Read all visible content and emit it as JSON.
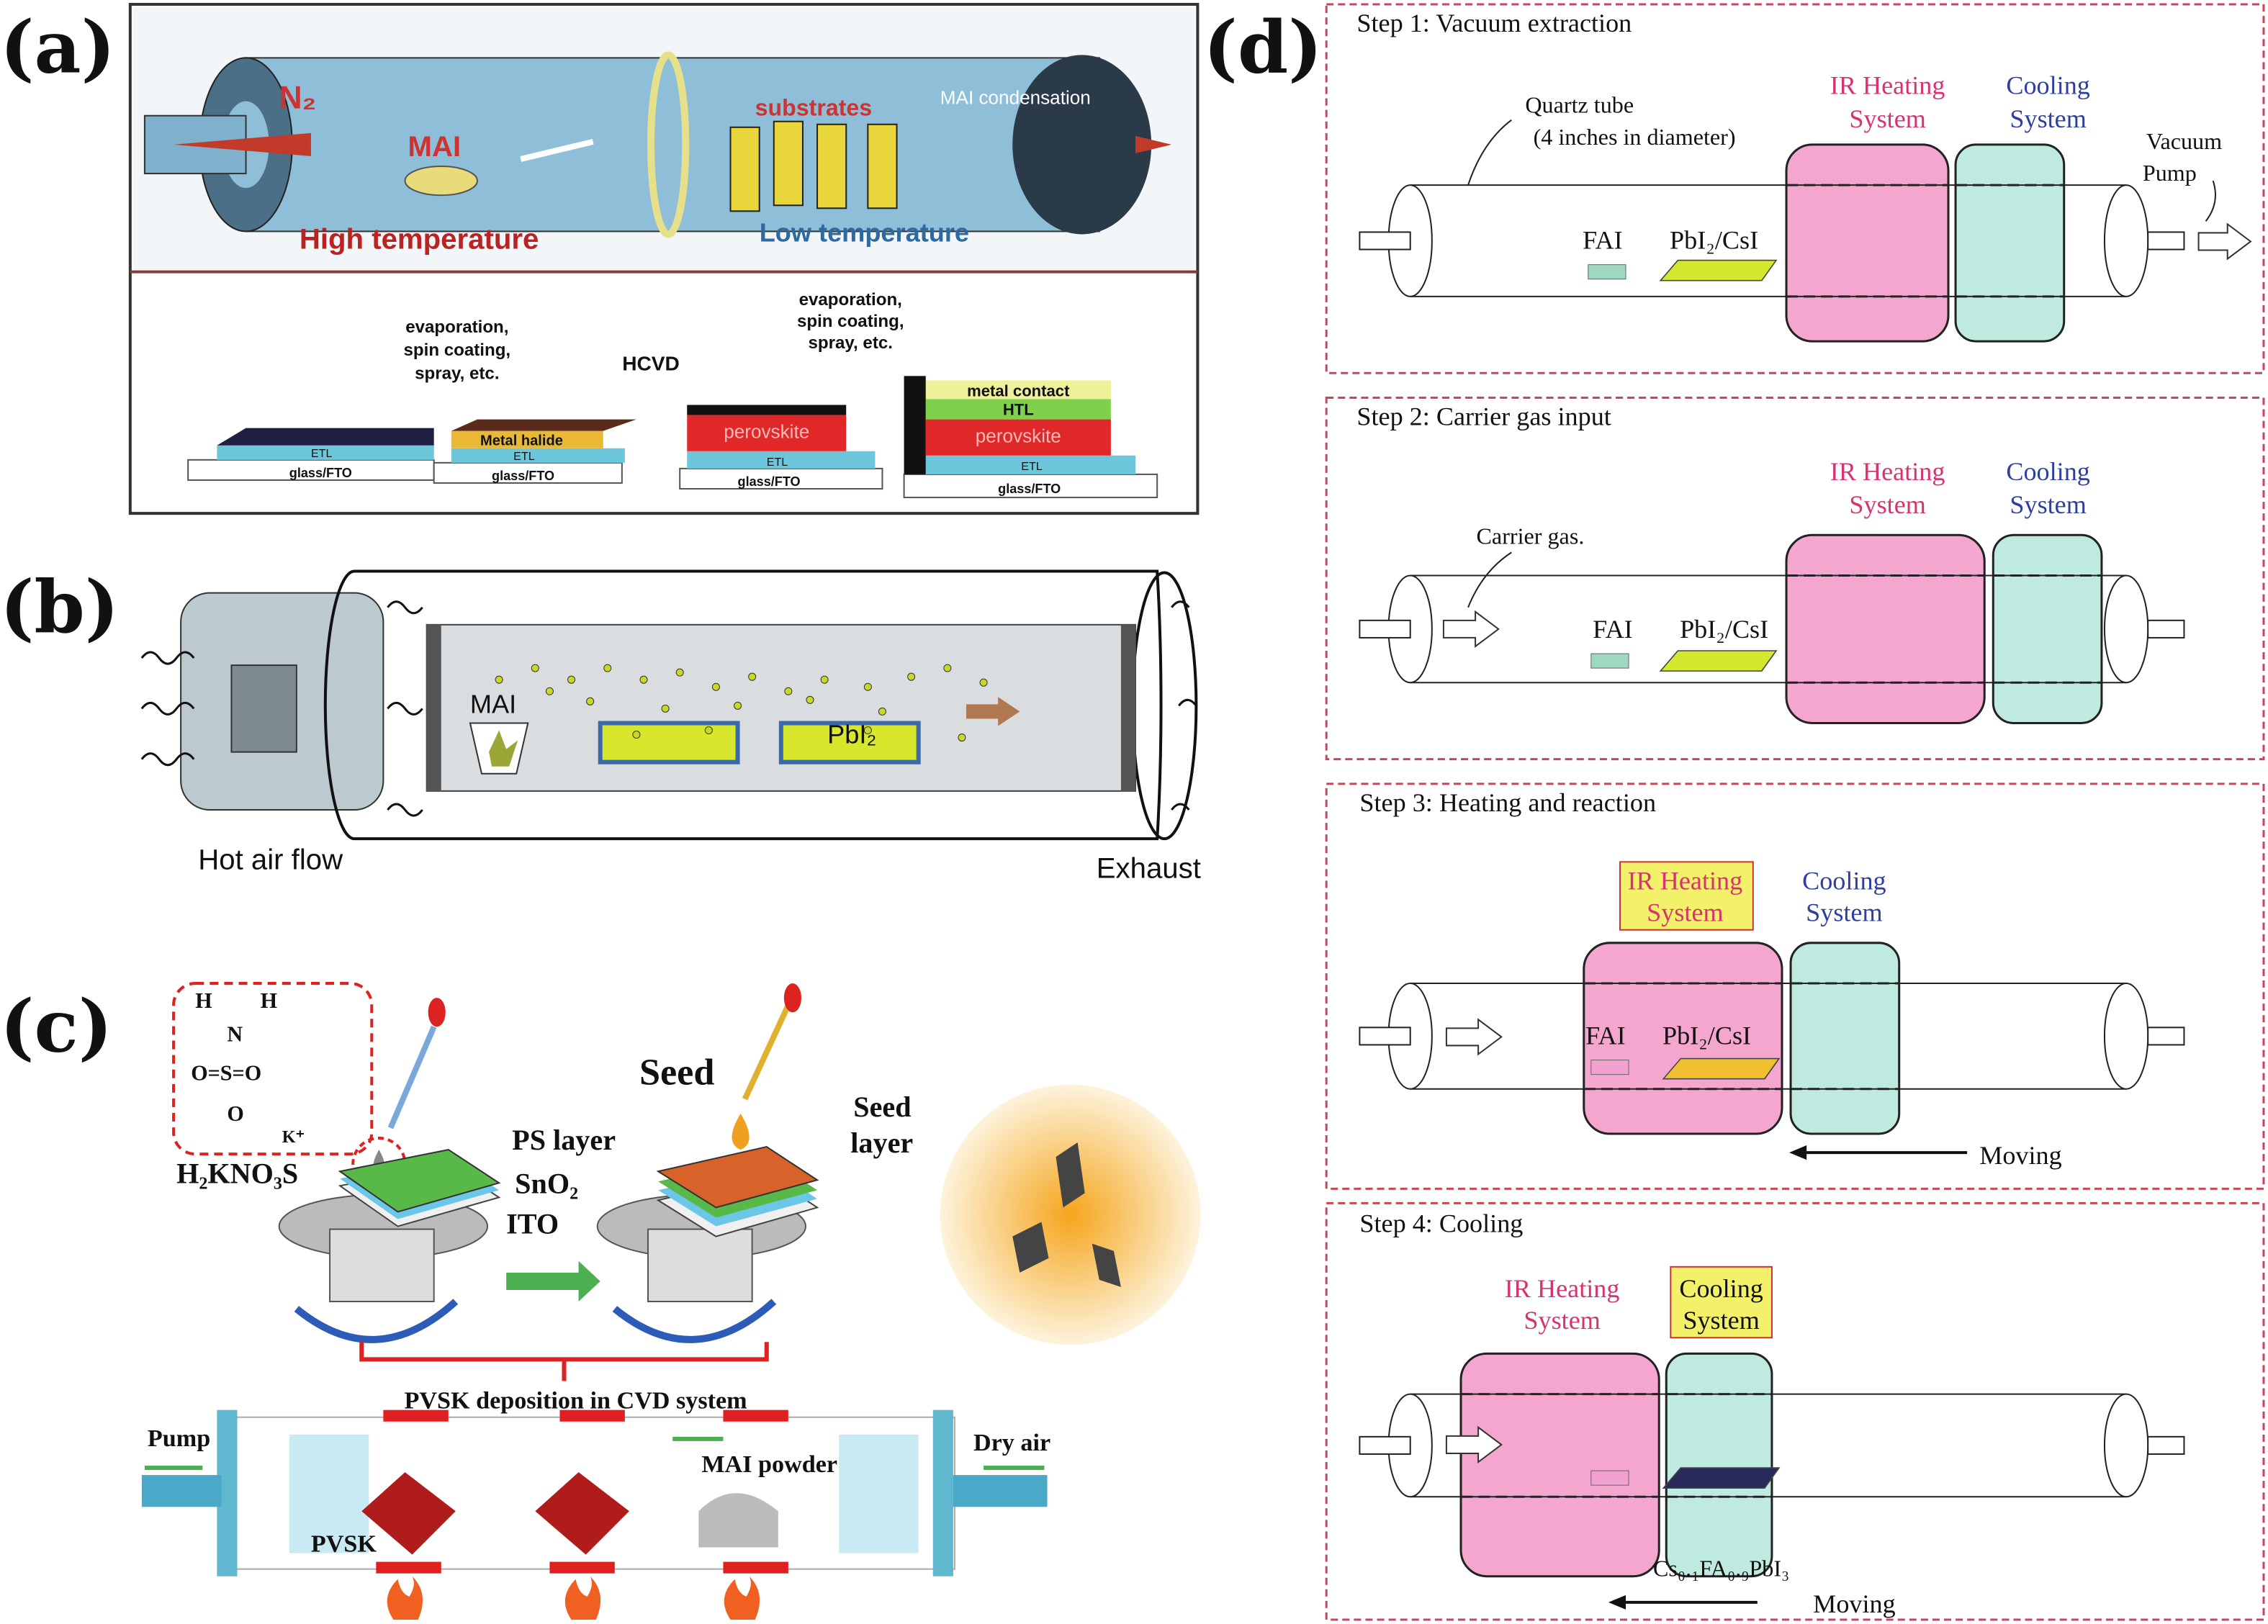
{
  "panel_labels": {
    "a": "(a)",
    "b": "(b)",
    "c": "(c)",
    "d": "(d)"
  },
  "panel_a": {
    "gas": "N₂",
    "source": "MAI",
    "substrates": "substrates",
    "condensation": "MAI condensation",
    "high_temp": "High temperature",
    "low_temp": "Low temperature",
    "process1": [
      "evaporation,",
      "spin coating,",
      "spray, etc."
    ],
    "hcvd": "HCVD",
    "process2": [
      "evaporation,",
      "spin coating,",
      "spray, etc."
    ],
    "layers": {
      "glass": "glass/FTO",
      "etl": "ETL",
      "halide": "Metal halide",
      "perovskite": "perovskite",
      "htl": "HTL",
      "metal": "metal contact"
    }
  },
  "panel_b": {
    "mai": "MAI",
    "pbi2": "PbI₂",
    "hot_air": "Hot air flow",
    "exhaust": "Exhaust"
  },
  "panel_c": {
    "molecule": {
      "h1": "H",
      "h2": "H",
      "n": "N",
      "s": "O=S=O",
      "o": "O",
      "k": "K⁺"
    },
    "formula": "H₂KNO₃S",
    "ps_layer": "PS layer",
    "sno2": "SnO₂",
    "ito": "ITO",
    "seed": "Seed",
    "seed_layer": [
      "Seed",
      "layer"
    ],
    "cvd_title": "PVSK deposition in CVD system",
    "pump": "Pump",
    "dry_air": "Dry air",
    "mai_powder": "MAI powder",
    "pvsk": "PVSK"
  },
  "panel_d": {
    "steps": [
      {
        "title": "Step 1:   Vacuum extraction"
      },
      {
        "title": "Step 2:   Carrier gas input"
      },
      {
        "title": "Step 3:   Heating and reaction"
      },
      {
        "title": "Step 4:   Cooling"
      }
    ],
    "ir": [
      "IR Heating",
      "System"
    ],
    "cooling": [
      "Cooling",
      "System"
    ],
    "quartz": [
      "Quartz tube",
      "(4 inches in diameter)"
    ],
    "vacuum": [
      "Vacuum",
      "Pump"
    ],
    "carrier": "Carrier gas.",
    "fai": "FAI",
    "pbi2csi": "PbI₂/CsI",
    "moving": "Moving",
    "product": "Cs₀.₁FA₀.₉PbI₃"
  },
  "colors": {
    "heating": "#f4a6cf",
    "cooling": "#bfeae0",
    "frame": "#c9455a",
    "highlight": "#f3f06a"
  }
}
